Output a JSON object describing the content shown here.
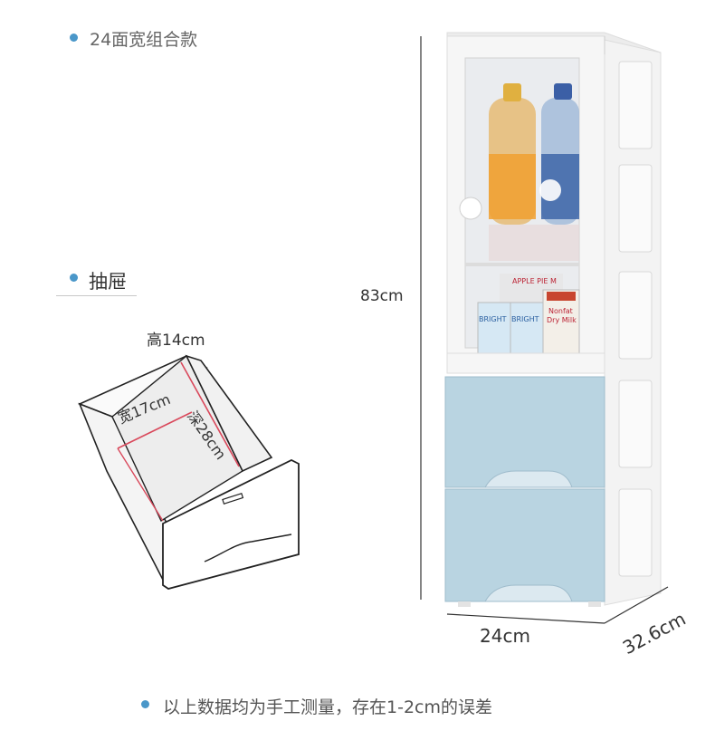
{
  "header": {
    "title": "24面宽组合款"
  },
  "drawer_section": {
    "title": "抽屉",
    "height_label": "高14cm",
    "width_label": "宽17cm",
    "depth_label": "深28cm"
  },
  "product": {
    "height_label": "83cm",
    "width_label": "24cm",
    "depth_label": "32.6cm",
    "carton_label_1": "APPLE PIE M",
    "carton_label_2": "BRIGHT",
    "carton_label_3": "BRIGHT",
    "carton_label_4": "Nonfat",
    "carton_label_5": "Dry Milk",
    "door_color": "#e9ecef",
    "drawer_color": "#b9d4e1",
    "body_color": "#f6f6f6"
  },
  "footnote": {
    "text": "以上数据均为手工测量，存在1-2cm的误差"
  },
  "colors": {
    "accent": "#4a97c9",
    "measure_line": "#d9485b"
  }
}
